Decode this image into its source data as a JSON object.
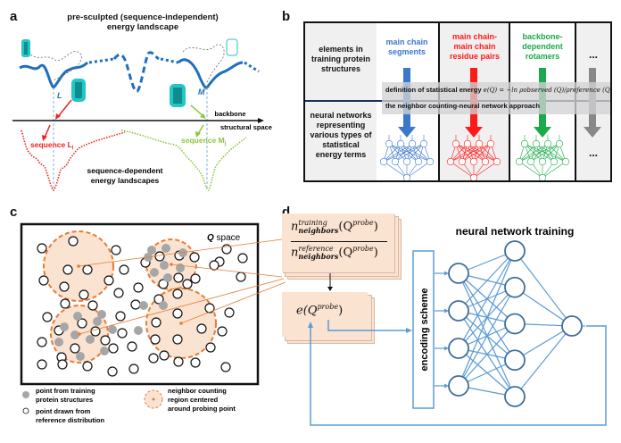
{
  "panel_a": {
    "label": "a",
    "title_line1": "pre-sculpted (sequence-independent)",
    "title_line2": "energy landscape",
    "min_L": "L",
    "min_M": "M",
    "axis_label_1": "backbone",
    "axis_label_2": "structural space",
    "seq_L": "sequence L",
    "seq_L_sub": "i",
    "seq_M": "sequence M",
    "seq_M_sub": "j",
    "bottom_line1": "sequence-dependent",
    "bottom_line2": "energy landscapes",
    "colors": {
      "landscape": "#1f6fbf",
      "seq_L": "#ee2222",
      "seq_M": "#8cc63f",
      "protein": "#22c6c6"
    }
  },
  "panel_b": {
    "label": "b",
    "row1_header": "elements in training protein structures",
    "row2_header": "neural networks representing various types of statistical energy terms",
    "columns": [
      {
        "label": "main chain segments",
        "color": "#3a78c9"
      },
      {
        "label": "main chain-main chain residue pairs",
        "color": "#ff1a1a"
      },
      {
        "label": "backbone-dependent rotamers",
        "color": "#1aaa4a"
      },
      {
        "label": "...",
        "color": "#888888"
      }
    ],
    "band_line1_text": "definition of statistical energy",
    "band_line1_formula": "e(Q) = −ln ρobserved (Q)/ρreference (Q)",
    "band_line2": "the neighbor counting-neural network approach",
    "ellipsis_bottom": "..."
  },
  "panel_c": {
    "label": "c",
    "space_label_bold": "Q",
    "space_label": " space",
    "legend": [
      {
        "text_line1": "point from training",
        "text_line2": "protein structures",
        "icon": "filled-gray-dot"
      },
      {
        "text_line1": "point drawn from",
        "text_line2": "reference distribution",
        "icon": "open-circle"
      },
      {
        "text_line1": "neighbor counting",
        "text_line2": "region centered",
        "text_line3": "around probing point",
        "icon": "dashed-orange-region"
      }
    ],
    "colors": {
      "region_fill": "#fbe3d2",
      "region_stroke": "#e97b30",
      "training_point": "#a6a6a6"
    }
  },
  "panel_d": {
    "label": "d",
    "ratio_num_base": "n",
    "ratio_num_sup": "training",
    "ratio_num_sub": "neighbors",
    "ratio_den_sup": "reference",
    "ratio_den_sub": "neighbors",
    "arg": "(Q",
    "arg_sup": "probe",
    "arg_close": ")",
    "energy_func": "e(Q",
    "encoding_label": "encoding scheme",
    "nn_title": "neural network training",
    "network_layers": [
      4,
      5,
      1
    ],
    "colors": {
      "card_fill": "#fbe3d2",
      "net": "#5b9bd5",
      "node": "#3d6e9e"
    }
  }
}
